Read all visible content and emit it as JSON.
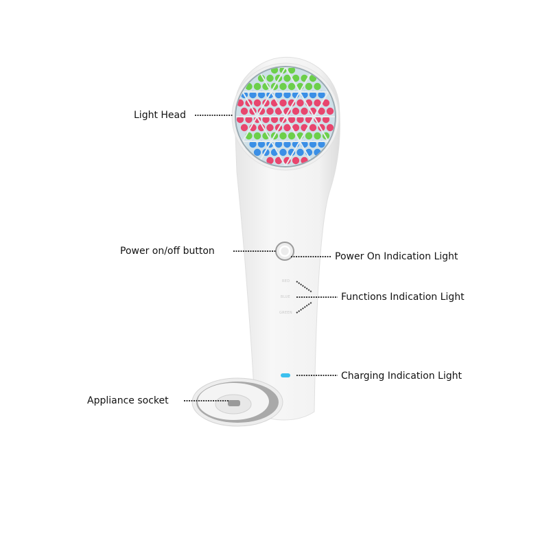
{
  "callouts": {
    "light_head": "Light Head",
    "power_button": "Power on/off button",
    "power_indicator": "Power On Indication Light",
    "functions_indicator": "Functions Indication Light",
    "charging_indicator": "Charging Indication Light",
    "appliance_socket": "Appliance socket"
  },
  "function_modes": [
    "RED",
    "BLUE",
    "GREEN"
  ],
  "colors": {
    "led_red": "#e8466e",
    "led_blue": "#3a8fe6",
    "led_green": "#6ccf4a",
    "charging_light": "#3cc0ee",
    "body": "#f4f4f4"
  }
}
